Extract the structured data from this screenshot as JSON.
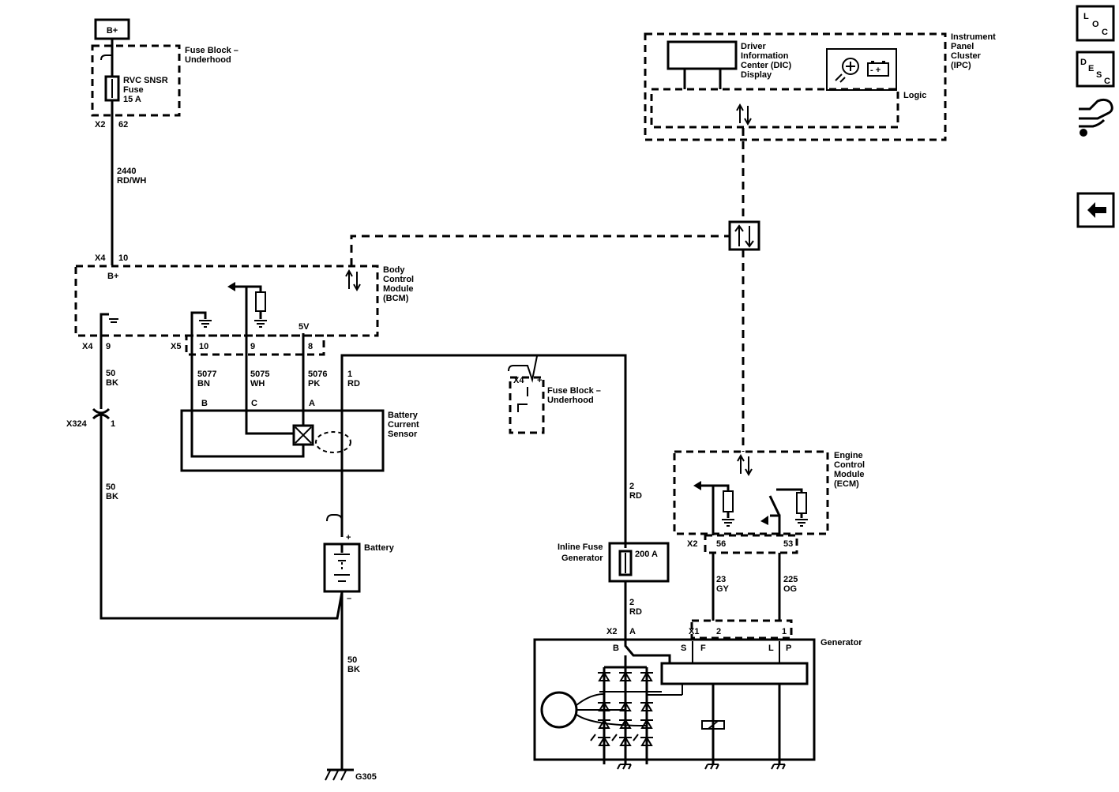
{
  "nav": {
    "loc_letters": [
      "L",
      "O",
      "C"
    ],
    "desc_letters": [
      "D",
      "E",
      "S",
      "C"
    ],
    "back_icon": "left-arrow-icon",
    "connector_icon": "connector-hand-icon"
  },
  "labels": {
    "bplus_box": "B+",
    "fuse_block_top": [
      "Fuse Block –",
      "Underhood"
    ],
    "rvc_fuse": [
      "RVC SNSR",
      "Fuse",
      "15 A"
    ],
    "x2_pin_top": [
      "X2",
      "62"
    ],
    "wire_2440": [
      "2440",
      "RD/WH"
    ],
    "bcm_conn": [
      "X4",
      "10"
    ],
    "bcm_bplus": "B+",
    "bcm": [
      "Body",
      "Control",
      "Module",
      "(BCM)"
    ],
    "bcm_5v": "5V",
    "x4_9": [
      "X4",
      "9"
    ],
    "x5_pins": [
      "X5",
      "10",
      "9",
      "8"
    ],
    "wire_50bk_a": [
      "50",
      "BK"
    ],
    "wire_5077": [
      "5077",
      "BN"
    ],
    "wire_5075": [
      "5075",
      "WH"
    ],
    "wire_5076": [
      "5076",
      "PK"
    ],
    "wire_1rd": [
      "1",
      "RD"
    ],
    "bcs_pins": [
      "B",
      "C",
      "A"
    ],
    "battery_current_sensor": [
      "Battery",
      "Current",
      "Sensor"
    ],
    "x324": [
      "X324",
      "1"
    ],
    "wire_50bk_b": [
      "50",
      "BK"
    ],
    "battery": "Battery",
    "battery_plus": "+",
    "battery_minus": "–",
    "wire_50bk_c": [
      "50",
      "BK"
    ],
    "ground_g305": "G305",
    "fuse_block_mid": [
      "Fuse Block –",
      "Underhood"
    ],
    "x4_plus": [
      "X4",
      "+"
    ],
    "wire_2rd_a": [
      "2",
      "RD"
    ],
    "inline_fuse": [
      "Inline Fuse",
      "Generator"
    ],
    "fuse_200a": "200 A",
    "wire_2rd_b": [
      "2",
      "RD"
    ],
    "x2_a": [
      "X2",
      "A"
    ],
    "x1_pins": [
      "X1",
      "2",
      "1"
    ],
    "gen_terms": [
      "B",
      "S",
      "F",
      "L",
      "P"
    ],
    "generator": "Generator",
    "ecm": [
      "Engine",
      "Control",
      "Module",
      "(ECM)"
    ],
    "ecm_pins": [
      "X2",
      "56",
      "53"
    ],
    "wire_23": [
      "23",
      "GY"
    ],
    "wire_225": [
      "225",
      "OG"
    ],
    "dic": [
      "Driver",
      "Information",
      "Center (DIC)",
      "Display"
    ],
    "logic": "Logic",
    "ipc": [
      "Instrument",
      "Panel",
      "Cluster",
      "(IPC)"
    ]
  },
  "icons": [
    "fuse-icon",
    "ground-icon",
    "battery-icon",
    "data-arrows-icon",
    "gauge-icon",
    "battery-warning-icon",
    "switch-icon",
    "resistor-icon",
    "diode-icon",
    "rotor-icon"
  ]
}
